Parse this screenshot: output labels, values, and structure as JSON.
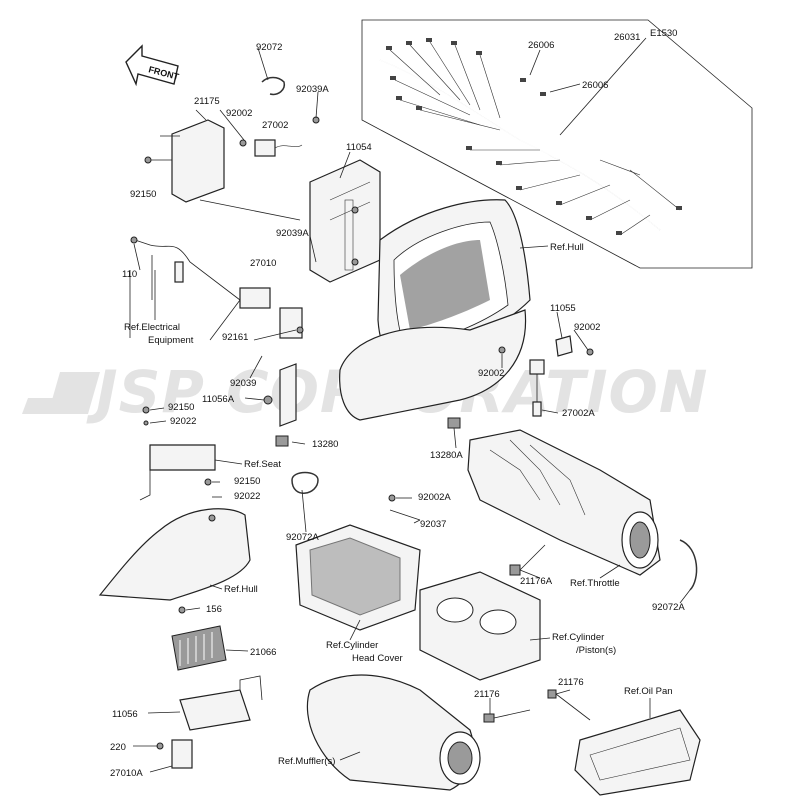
{
  "diagram_code": "E1530",
  "front_label": "FRONT",
  "watermark": "JSP CORPORATION",
  "labels": [
    {
      "id": "92072",
      "text": "92072"
    },
    {
      "id": "26031",
      "text": "26031"
    },
    {
      "id": "26006a",
      "text": "26006"
    },
    {
      "id": "26006b",
      "text": "26006"
    },
    {
      "id": "21175",
      "text": "21175"
    },
    {
      "id": "92039A-top",
      "text": "92039A"
    },
    {
      "id": "92002-top",
      "text": "92002"
    },
    {
      "id": "27002",
      "text": "27002"
    },
    {
      "id": "11054",
      "text": "11054"
    },
    {
      "id": "92150-top",
      "text": "92150"
    },
    {
      "id": "92039A-mid",
      "text": "92039A"
    },
    {
      "id": "110",
      "text": "110"
    },
    {
      "id": "27010",
      "text": "27010"
    },
    {
      "id": "ref-hull-top",
      "text": "Ref.Hull"
    },
    {
      "id": "11055",
      "text": "11055"
    },
    {
      "id": "92002-right",
      "text": "92002"
    },
    {
      "id": "ref-elec-1",
      "text": "Ref.Electrical"
    },
    {
      "id": "ref-elec-2",
      "text": "Equipment"
    },
    {
      "id": "92161",
      "text": "92161"
    },
    {
      "id": "92002-left",
      "text": "92002"
    },
    {
      "id": "92039",
      "text": "92039"
    },
    {
      "id": "27002A",
      "text": "27002A"
    },
    {
      "id": "11056A",
      "text": "11056A"
    },
    {
      "id": "92150-a",
      "text": "92150"
    },
    {
      "id": "92022-a",
      "text": "92022"
    },
    {
      "id": "13280",
      "text": "13280"
    },
    {
      "id": "13280A",
      "text": "13280A"
    },
    {
      "id": "ref-seat",
      "text": "Ref.Seat"
    },
    {
      "id": "92150-b",
      "text": "92150"
    },
    {
      "id": "92022-b",
      "text": "92022"
    },
    {
      "id": "92002A",
      "text": "92002A"
    },
    {
      "id": "92072A-left",
      "text": "92072A"
    },
    {
      "id": "92037",
      "text": "92037"
    },
    {
      "id": "ref-hull-bottom",
      "text": "Ref.Hull"
    },
    {
      "id": "21176A",
      "text": "21176A"
    },
    {
      "id": "ref-throttle",
      "text": "Ref.Throttle"
    },
    {
      "id": "92072A-right",
      "text": "92072A"
    },
    {
      "id": "156",
      "text": "156"
    },
    {
      "id": "ref-cyl-head-1",
      "text": "Ref.Cylinder"
    },
    {
      "id": "ref-cyl-head-2",
      "text": "Head Cover"
    },
    {
      "id": "ref-cyl-piston-1",
      "text": "Ref.Cylinder"
    },
    {
      "id": "ref-cyl-piston-2",
      "text": "/Piston(s)"
    },
    {
      "id": "21066",
      "text": "21066"
    },
    {
      "id": "21176-a",
      "text": "21176"
    },
    {
      "id": "21176-b",
      "text": "21176"
    },
    {
      "id": "ref-oil-pan",
      "text": "Ref.Oil Pan"
    },
    {
      "id": "11056",
      "text": "11056"
    },
    {
      "id": "220",
      "text": "220"
    },
    {
      "id": "27010A",
      "text": "27010A"
    },
    {
      "id": "ref-muffler",
      "text": "Ref.Muffler(s)"
    }
  ]
}
